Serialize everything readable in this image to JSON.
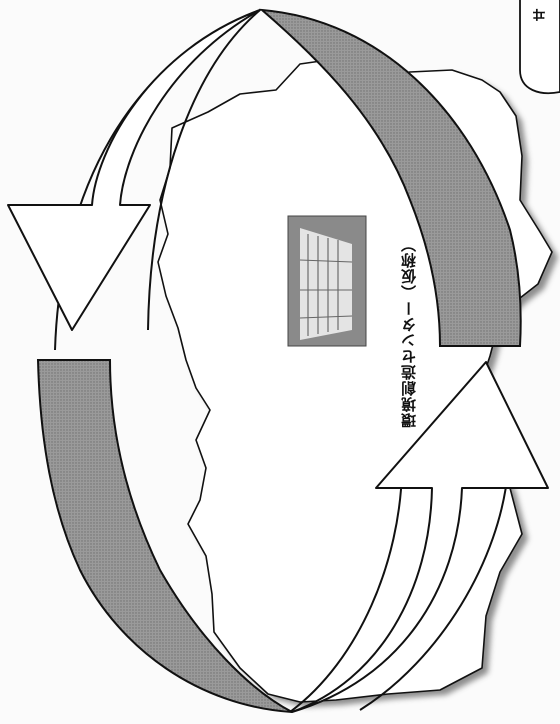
{
  "center_label": "環境創造センター（仮称）",
  "bubble_text": "ヰ",
  "colors": {
    "band_fill": "#9a9a9a",
    "stroke": "#111111",
    "background": "#fbfbfb"
  },
  "icons": [
    "photo-building",
    "circular-arrow-cycle",
    "region-map-outline"
  ]
}
